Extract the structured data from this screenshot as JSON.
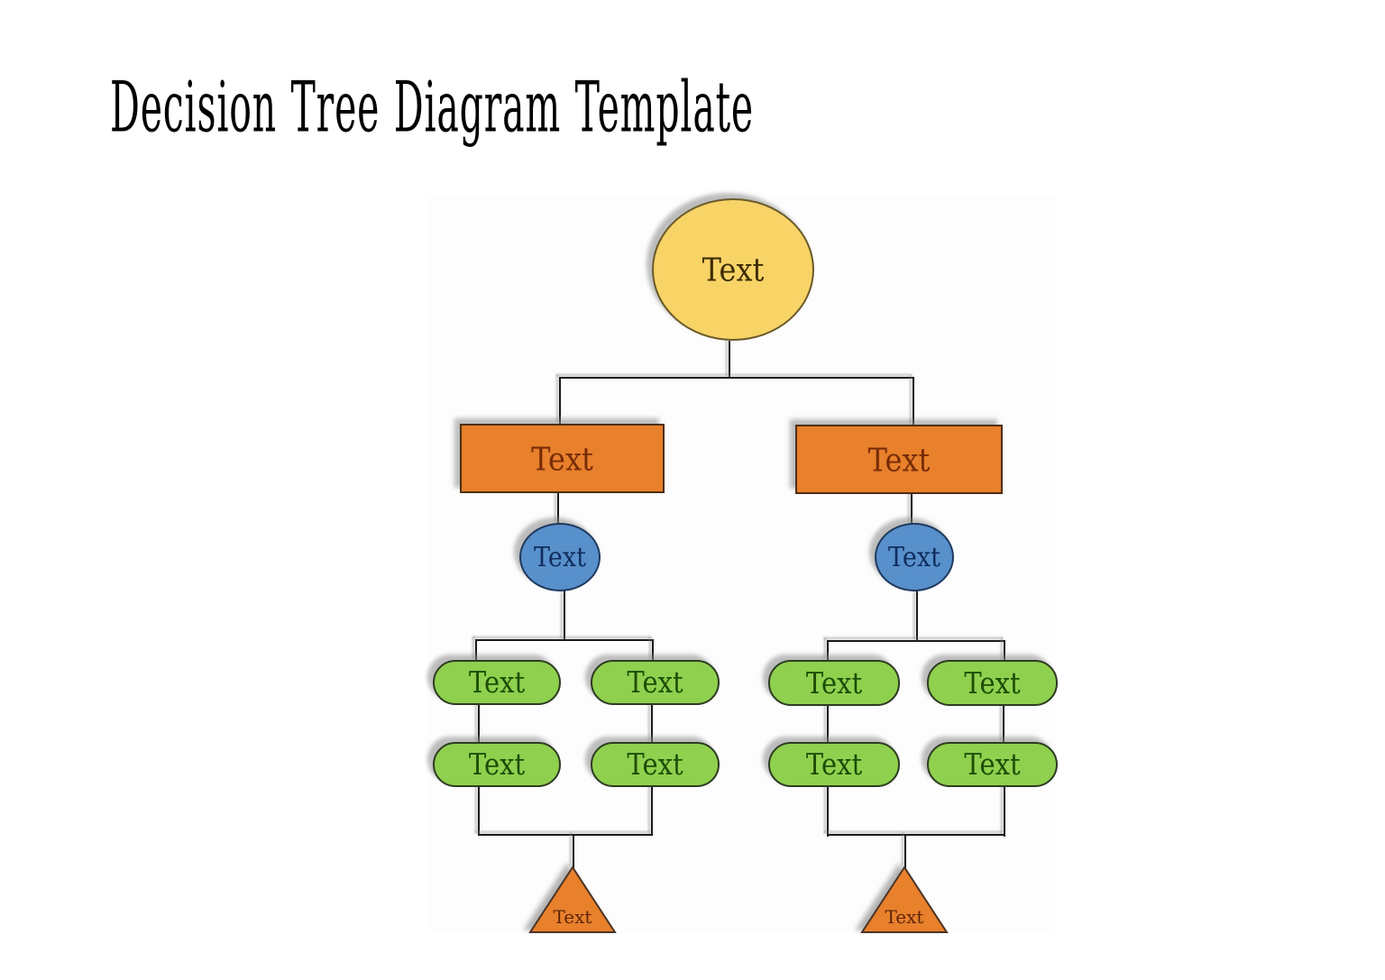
{
  "title": "Decision Tree Diagram Template",
  "diagram": {
    "canvas_background": "#fdfdfd",
    "connector_color": "#1a1a1a",
    "root": {
      "label": "Text",
      "shape": "ellipse",
      "fill": "#F8D366"
    },
    "branches": [
      {
        "side": "left",
        "decision": {
          "label": "Text",
          "shape": "rectangle",
          "fill": "#E8802C"
        },
        "chance": {
          "label": "Text",
          "shape": "circle",
          "fill": "#5890CB"
        },
        "options": [
          {
            "label": "Text",
            "shape": "rounded-rectangle",
            "fill": "#8FD04E"
          },
          {
            "label": "Text",
            "shape": "rounded-rectangle",
            "fill": "#8FD04E"
          },
          {
            "label": "Text",
            "shape": "rounded-rectangle",
            "fill": "#8FD04E"
          },
          {
            "label": "Text",
            "shape": "rounded-rectangle",
            "fill": "#8FD04E"
          }
        ],
        "outcome": {
          "label": "Text",
          "shape": "triangle",
          "fill": "#E8802C"
        }
      },
      {
        "side": "right",
        "decision": {
          "label": "Text",
          "shape": "rectangle",
          "fill": "#E8802C"
        },
        "chance": {
          "label": "Text",
          "shape": "circle",
          "fill": "#5890CB"
        },
        "options": [
          {
            "label": "Text",
            "shape": "rounded-rectangle",
            "fill": "#8FD04E"
          },
          {
            "label": "Text",
            "shape": "rounded-rectangle",
            "fill": "#8FD04E"
          },
          {
            "label": "Text",
            "shape": "rounded-rectangle",
            "fill": "#8FD04E"
          },
          {
            "label": "Text",
            "shape": "rounded-rectangle",
            "fill": "#8FD04E"
          }
        ],
        "outcome": {
          "label": "Text",
          "shape": "triangle",
          "fill": "#E8802C"
        }
      }
    ]
  }
}
